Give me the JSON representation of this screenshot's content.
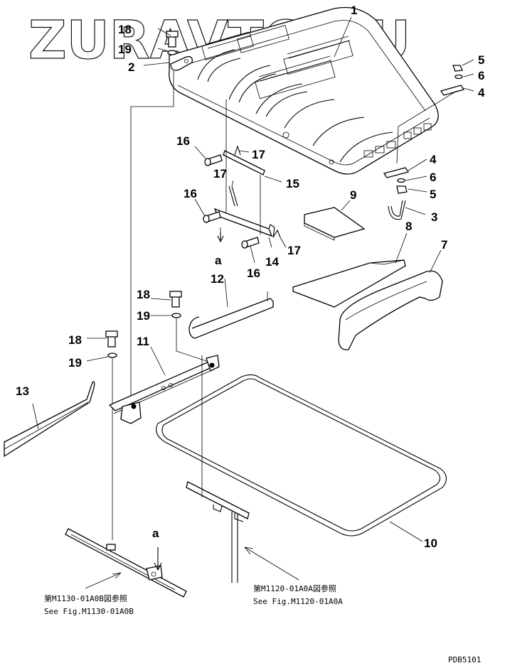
{
  "watermark": "ZURAVTO.RU",
  "callouts": {
    "c1": "1",
    "c2": "2",
    "c3": "3",
    "c4a": "4",
    "c4b": "4",
    "c5a": "5",
    "c5b": "5",
    "c6a": "6",
    "c6b": "6",
    "c7": "7",
    "c8": "8",
    "c9": "9",
    "c10": "10",
    "c11": "11",
    "c12": "12",
    "c13": "13",
    "c14": "14",
    "c15": "15",
    "c16a": "16",
    "c16b": "16",
    "c16c": "16",
    "c17a": "17",
    "c17b": "17",
    "c17c": "17",
    "c18a": "18",
    "c18b": "18",
    "c18c": "18",
    "c19a": "19",
    "c19b": "19",
    "c19c": "19",
    "arrow_a_top": "a",
    "arrow_a_bottom": "a"
  },
  "references": {
    "left_jp": "第M1130-01A0B図参照",
    "left_en": "See Fig.M1130-01A0B",
    "right_jp": "第M1120-01A0A図参照",
    "right_en": "See Fig.M1120-01A0A"
  },
  "drawing_code": "PDB5101"
}
